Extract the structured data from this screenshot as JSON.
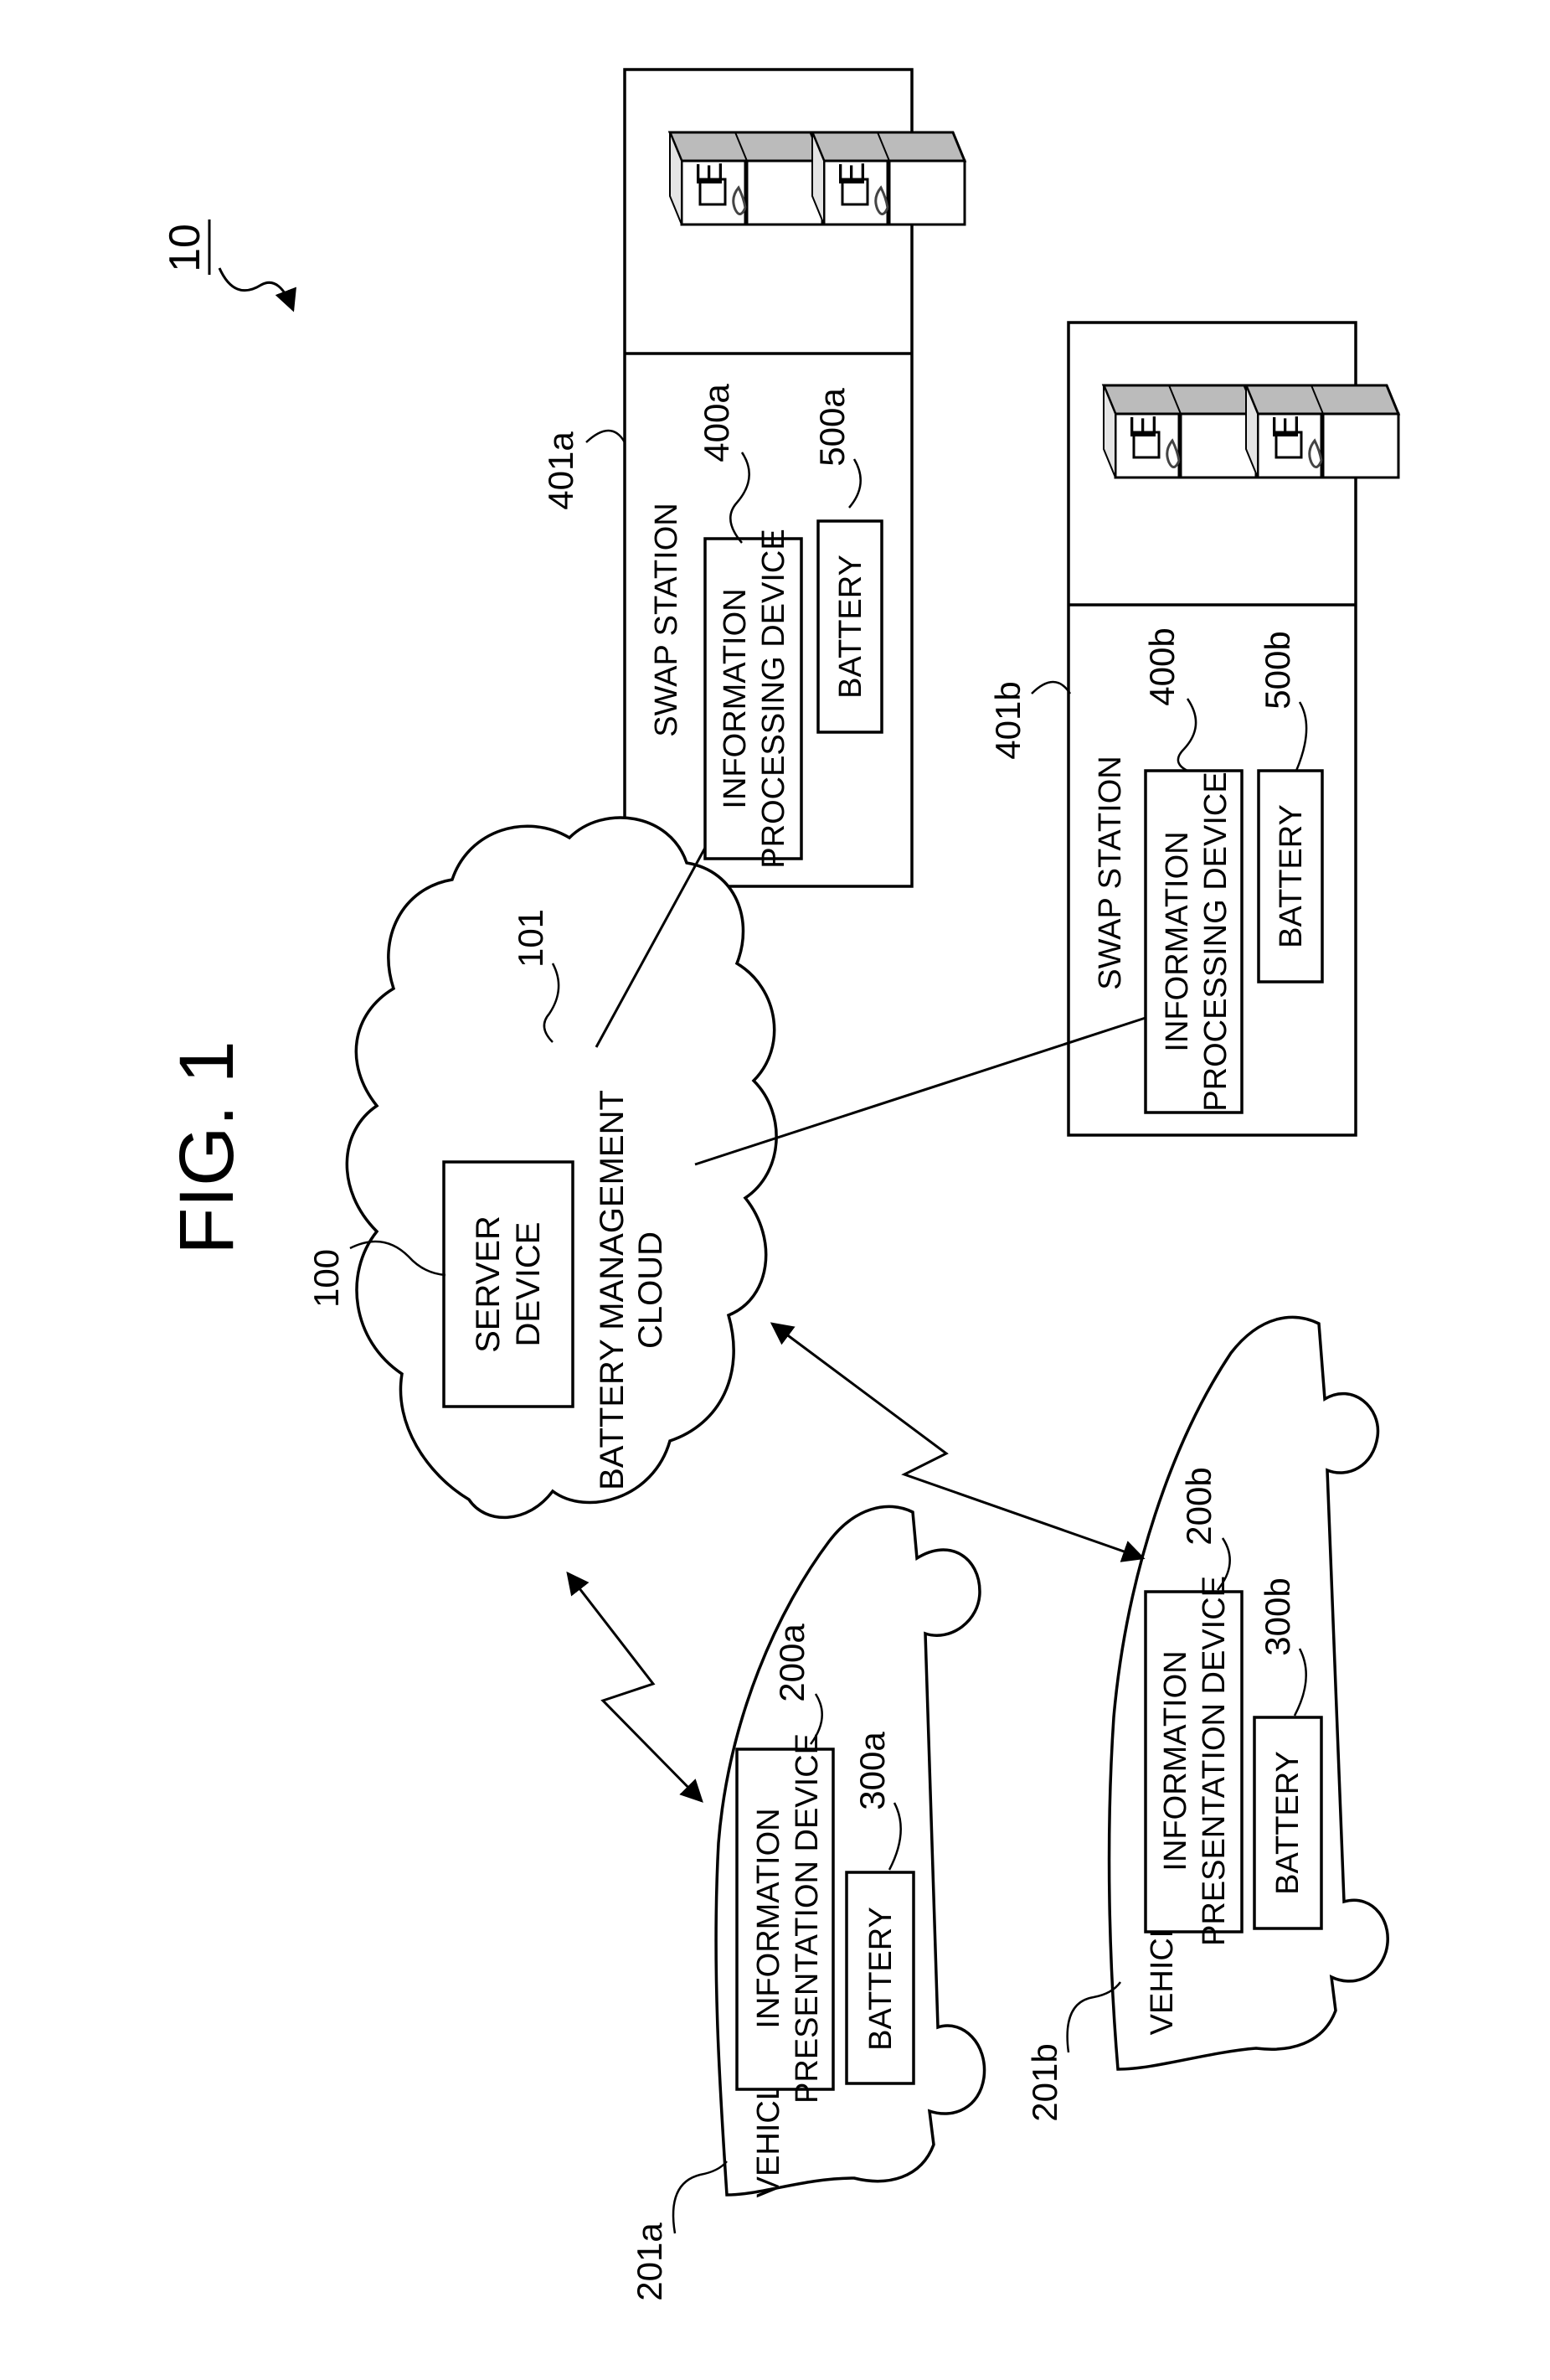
{
  "figure": {
    "title": "FIG. 1",
    "system_ref": "10"
  },
  "cloud": {
    "ref": "101",
    "label_line1": "BATTERY MANAGEMENT",
    "label_line2": "CLOUD"
  },
  "server": {
    "ref": "100",
    "label_line1": "SERVER",
    "label_line2": "DEVICE"
  },
  "stations": [
    {
      "ref": "401a",
      "label": "SWAP STATION",
      "ipd": {
        "ref": "400a",
        "line1": "INFORMATION",
        "line2": "PROCESSING DEVICE"
      },
      "battery": {
        "ref": "500a",
        "label": "BATTERY"
      }
    },
    {
      "ref": "401b",
      "label": "SWAP STATION",
      "ipd": {
        "ref": "400b",
        "line1": "INFORMATION",
        "line2": "PROCESSING DEVICE"
      },
      "battery": {
        "ref": "500b",
        "label": "BATTERY"
      }
    }
  ],
  "vehicles": [
    {
      "ref": "201a",
      "label": "VEHICLE",
      "ipd": {
        "ref": "200a",
        "line1": "INFORMATION",
        "line2": "PRESENTATION DEVICE"
      },
      "battery": {
        "ref": "300a",
        "label": "BATTERY"
      }
    },
    {
      "ref": "201b",
      "label": "VEHICLE",
      "ipd": {
        "ref": "200b",
        "line1": "INFORMATION",
        "line2": "PRESENTATION DEVICE"
      },
      "battery": {
        "ref": "300b",
        "label": "BATTERY"
      }
    }
  ],
  "battery_glyph": "E"
}
